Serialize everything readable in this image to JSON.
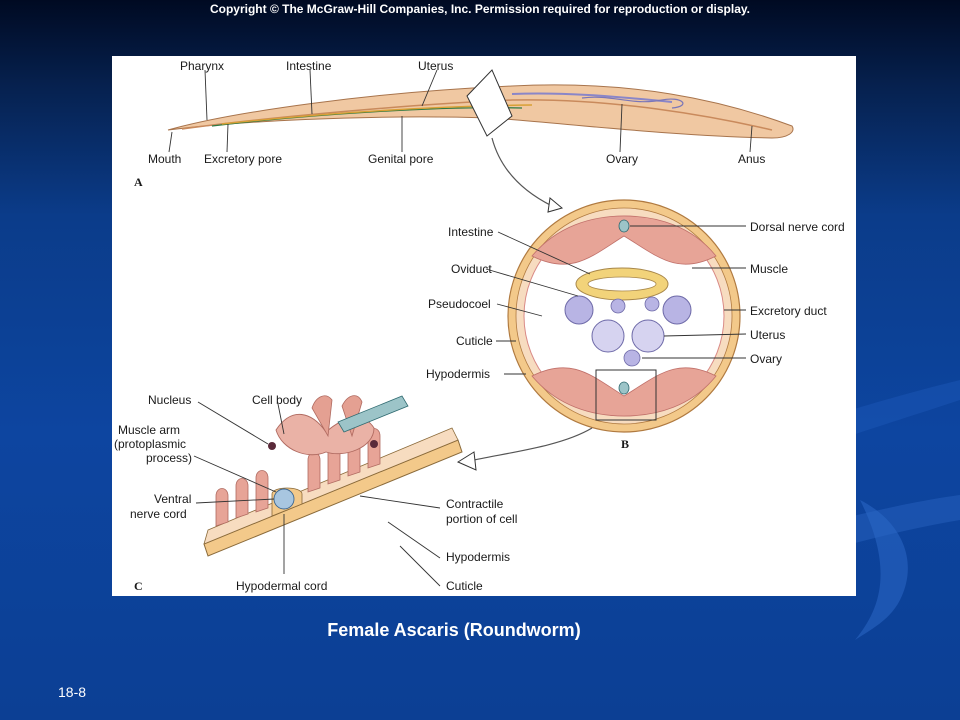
{
  "slide": {
    "copyright": "Copyright © The McGraw-Hill Companies, Inc. Permission required for reproduction or display.",
    "caption": "Female Ascaris (Roundworm)",
    "slide_number": "18-8"
  },
  "figure": {
    "panel_a": {
      "letter": "A",
      "labels": [
        "Pharynx",
        "Intestine",
        "Uterus",
        "Mouth",
        "Excretory pore",
        "Genital pore",
        "Ovary",
        "Anus"
      ]
    },
    "panel_b": {
      "letter": "B",
      "left_labels": [
        "Intestine",
        "Oviduct",
        "Pseudocoel",
        "Cuticle",
        "Hypodermis"
      ],
      "right_labels": [
        "Dorsal nerve cord",
        "Muscle",
        "Excretory duct",
        "Uterus",
        "Ovary"
      ]
    },
    "panel_c": {
      "letter": "C",
      "labels": [
        "Nucleus",
        "Cell body",
        "Muscle arm",
        "(protoplasmic",
        "process)",
        "Ventral",
        "nerve cord",
        "Contractile",
        "portion of cell",
        "Hypodermis",
        "Cuticle",
        "Hypodermal cord"
      ]
    }
  },
  "colors": {
    "background_top": "#000a22",
    "background_main": "#0d45a0",
    "worm_body": "#f0c8a2",
    "muscle": "#e7a497",
    "cuticle": "#f3c98a",
    "ovary": "#8b86c8"
  }
}
